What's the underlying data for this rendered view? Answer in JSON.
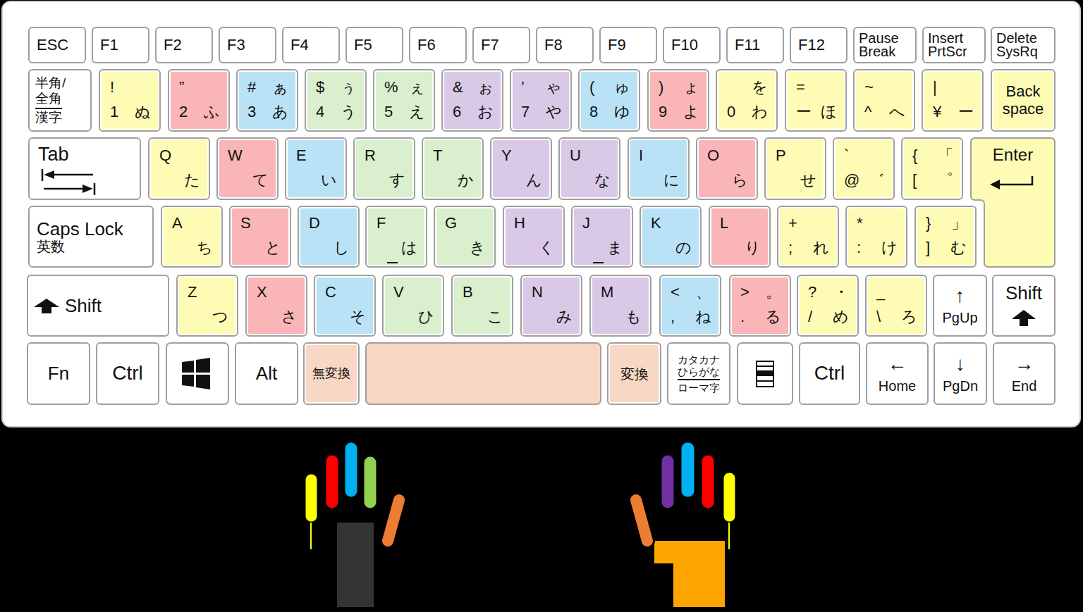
{
  "diagram": {
    "nodes": [
      {
        "text": [
          "ESC"
        ]
      },
      {
        "text": [
          "F1"
        ]
      },
      {
        "text": [
          "F2"
        ]
      },
      {
        "text": [
          "F3"
        ]
      },
      {
        "text": [
          "F4"
        ]
      },
      {
        "text": [
          "F5"
        ]
      },
      {
        "text": [
          "F6"
        ]
      },
      {
        "text": [
          "F7"
        ]
      },
      {
        "text": [
          "F8"
        ]
      },
      {
        "text": [
          "F9"
        ]
      },
      {
        "text": [
          "F10"
        ]
      },
      {
        "text": [
          "F11"
        ]
      },
      {
        "text": [
          "F12"
        ]
      },
      {
        "text": [
          "Pause",
          "Break"
        ]
      },
      {
        "text": [
          "Insert",
          "PrtScr"
        ]
      },
      {
        "text": [
          "Delete",
          "SysRq"
        ]
      },
      {
        "text": [
          "半角/",
          "全角",
          "漢字"
        ]
      },
      {
        "text": [
          "!",
          "1",
          "ぬ"
        ]
      },
      {
        "text": [
          "”",
          "2",
          "ふ"
        ]
      },
      {
        "text": [
          "#",
          "ぁ",
          "3",
          "あ"
        ]
      },
      {
        "text": [
          "$",
          "ぅ",
          "4",
          "う"
        ]
      },
      {
        "text": [
          "%",
          "ぇ",
          "5",
          "え"
        ]
      },
      {
        "text": [
          "&",
          "ぉ",
          "6",
          "お"
        ]
      },
      {
        "text": [
          "’",
          "ゃ",
          "7",
          "や"
        ]
      },
      {
        "text": [
          "(",
          "ゅ",
          "8",
          "ゆ"
        ]
      },
      {
        "text": [
          ")",
          "ょ",
          "9",
          "よ"
        ]
      },
      {
        "text": [
          "を",
          "0",
          "わ"
        ]
      },
      {
        "text": [
          "=",
          "ー",
          "ほ"
        ]
      },
      {
        "text": [
          "~",
          "^",
          "へ"
        ]
      },
      {
        "text": [
          "|",
          "¥",
          "ー"
        ]
      },
      {
        "text": [
          "Back space"
        ]
      },
      {
        "text": [
          "Tab"
        ]
      },
      {
        "text": [
          "Q",
          "た"
        ]
      },
      {
        "text": [
          "W",
          "て"
        ]
      },
      {
        "text": [
          "E",
          "い"
        ]
      },
      {
        "text": [
          "R",
          "す"
        ]
      },
      {
        "text": [
          "T",
          "か"
        ]
      },
      {
        "text": [
          "Y",
          "ん"
        ]
      },
      {
        "text": [
          "U",
          "な"
        ]
      },
      {
        "text": [
          "I",
          "に"
        ]
      },
      {
        "text": [
          "O",
          "ら"
        ]
      },
      {
        "text": [
          "P",
          "せ"
        ]
      },
      {
        "text": [
          "`",
          "@",
          "゛"
        ]
      },
      {
        "text": [
          "{",
          "「",
          "[",
          "゜"
        ]
      },
      {
        "text": [
          "Enter"
        ]
      },
      {
        "text": [
          "Caps Lock",
          "英数"
        ]
      },
      {
        "text": [
          "A",
          "ち"
        ]
      },
      {
        "text": [
          "S",
          "と"
        ]
      },
      {
        "text": [
          "D",
          "し"
        ]
      },
      {
        "text": [
          "F",
          "は"
        ]
      },
      {
        "text": [
          "G",
          "き"
        ]
      },
      {
        "text": [
          "H",
          "く"
        ]
      },
      {
        "text": [
          "J",
          "ま"
        ]
      },
      {
        "text": [
          "K",
          "の"
        ]
      },
      {
        "text": [
          "L",
          "り"
        ]
      },
      {
        "text": [
          "+",
          ";",
          "れ"
        ]
      },
      {
        "text": [
          "*",
          ":",
          "け"
        ]
      },
      {
        "text": [
          "}",
          "」",
          "]",
          "む"
        ]
      },
      {
        "text": [
          "Shift"
        ]
      },
      {
        "text": [
          "Z",
          "つ"
        ]
      },
      {
        "text": [
          "X",
          "さ"
        ]
      },
      {
        "text": [
          "C",
          "そ"
        ]
      },
      {
        "text": [
          "V",
          "ひ"
        ]
      },
      {
        "text": [
          "B",
          "こ"
        ]
      },
      {
        "text": [
          "N",
          "み"
        ]
      },
      {
        "text": [
          "M",
          "も"
        ]
      },
      {
        "text": [
          "<",
          "、",
          ",",
          "ね"
        ]
      },
      {
        "text": [
          ">",
          "。",
          ".",
          "る"
        ]
      },
      {
        "text": [
          "?",
          "・",
          "/",
          "め"
        ]
      },
      {
        "text": [
          "_",
          "\\",
          "ろ"
        ]
      },
      {
        "text": [
          "↑",
          "PgUp"
        ]
      },
      {
        "text": [
          "Shift"
        ]
      },
      {
        "text": [
          "Fn"
        ]
      },
      {
        "text": [
          "Ctrl"
        ]
      },
      {
        "text": [
          "Alt"
        ]
      },
      {
        "text": [
          "無変換"
        ]
      },
      {
        "text": [
          "変換"
        ]
      },
      {
        "text": [
          "カタカナ ひらがな",
          "ローマ字"
        ]
      },
      {
        "text": [
          "Ctrl"
        ]
      },
      {
        "text": [
          "←",
          "Home"
        ]
      },
      {
        "text": [
          "↓",
          "PgDn"
        ]
      },
      {
        "text": [
          "→",
          "End"
        ]
      }
    ]
  }
}
